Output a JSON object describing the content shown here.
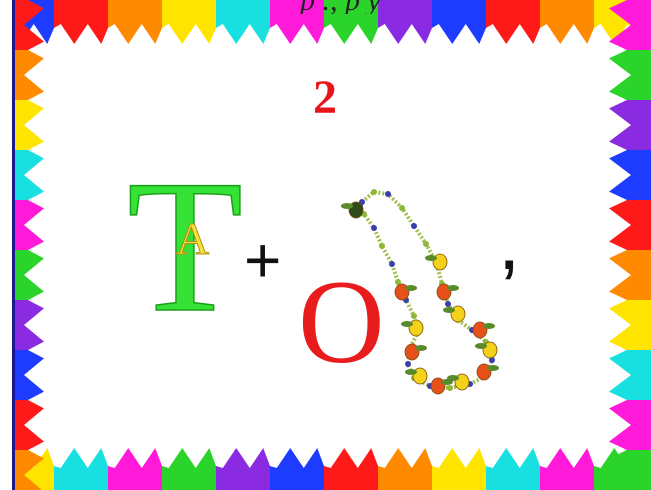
{
  "slide": {
    "caption_top": "р     ., р у",
    "number": "2",
    "letters": {
      "big": "Т",
      "small": "А",
      "o": "О"
    },
    "plus": "+",
    "comma": ","
  },
  "colors": {
    "frame": [
      "#1e3cff",
      "#ff1a1a",
      "#ff8a00",
      "#ffe400",
      "#19e0e0",
      "#ff1ad9",
      "#2bd42b",
      "#8a2be2"
    ],
    "number": "#e8141c",
    "letter_t": "#35e235",
    "letter_a": "#f5e43a",
    "letter_o": "#e81c1c"
  },
  "icons": {
    "necklace": "necklace-image",
    "frame": "zigzag-rainbow-border"
  }
}
